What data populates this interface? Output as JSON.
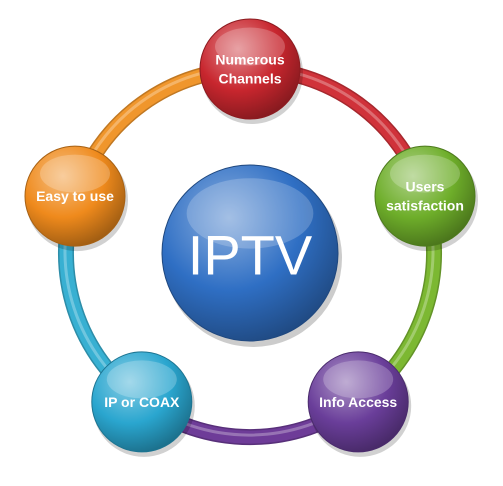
{
  "center": {
    "label": "IPTV",
    "color": "#2f6fc4"
  },
  "nodes": [
    {
      "id": "numerous-channels",
      "lines": [
        "Numerous",
        "Channels"
      ],
      "color": "#c8262e"
    },
    {
      "id": "users-satisfaction",
      "lines": [
        "Users",
        "satisfaction"
      ],
      "color": "#6eae2a"
    },
    {
      "id": "info-access",
      "lines": [
        "Info Access"
      ],
      "color": "#6a3e9a"
    },
    {
      "id": "ip-or-coax",
      "lines": [
        "IP or COAX"
      ],
      "color": "#2aa6cf"
    },
    {
      "id": "easy-to-use",
      "lines": [
        "Easy to use"
      ],
      "color": "#ef8a1c"
    }
  ],
  "arcs": [
    {
      "from": "numerous-channels",
      "to": "users-satisfaction",
      "color": "#d0323a"
    },
    {
      "from": "users-satisfaction",
      "to": "info-access",
      "color": "#7cb832"
    },
    {
      "from": "info-access",
      "to": "ip-or-coax",
      "color": "#6e3c98"
    },
    {
      "from": "ip-or-coax",
      "to": "easy-to-use",
      "color": "#38b0d2"
    },
    {
      "from": "easy-to-use",
      "to": "numerous-channels",
      "color": "#f0962c"
    }
  ]
}
